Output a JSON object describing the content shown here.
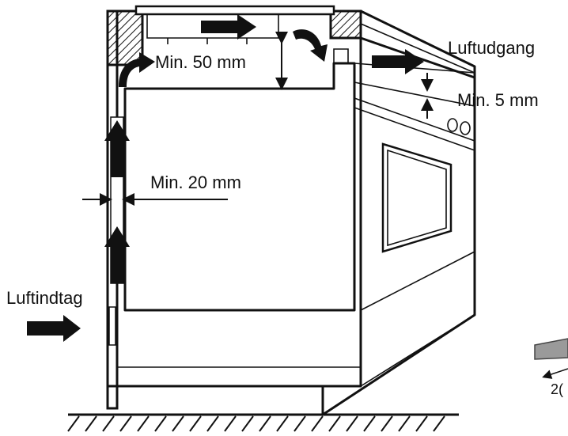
{
  "labels": {
    "top_gap": "Min. 50 mm",
    "side_gap": "Min. 20 mm",
    "front_gap": "Min. 5 mm",
    "air_outlet": "Luftudgang",
    "air_inlet": "Luftindtag",
    "inset_fragment": "2("
  },
  "colors": {
    "ink": "#111111",
    "inset_fill": "#9a9a9a",
    "background": "#ffffff"
  },
  "icons": [
    "airflow-arrow",
    "curved-airflow-arrow",
    "dimension-arrow",
    "ground-hatching"
  ]
}
